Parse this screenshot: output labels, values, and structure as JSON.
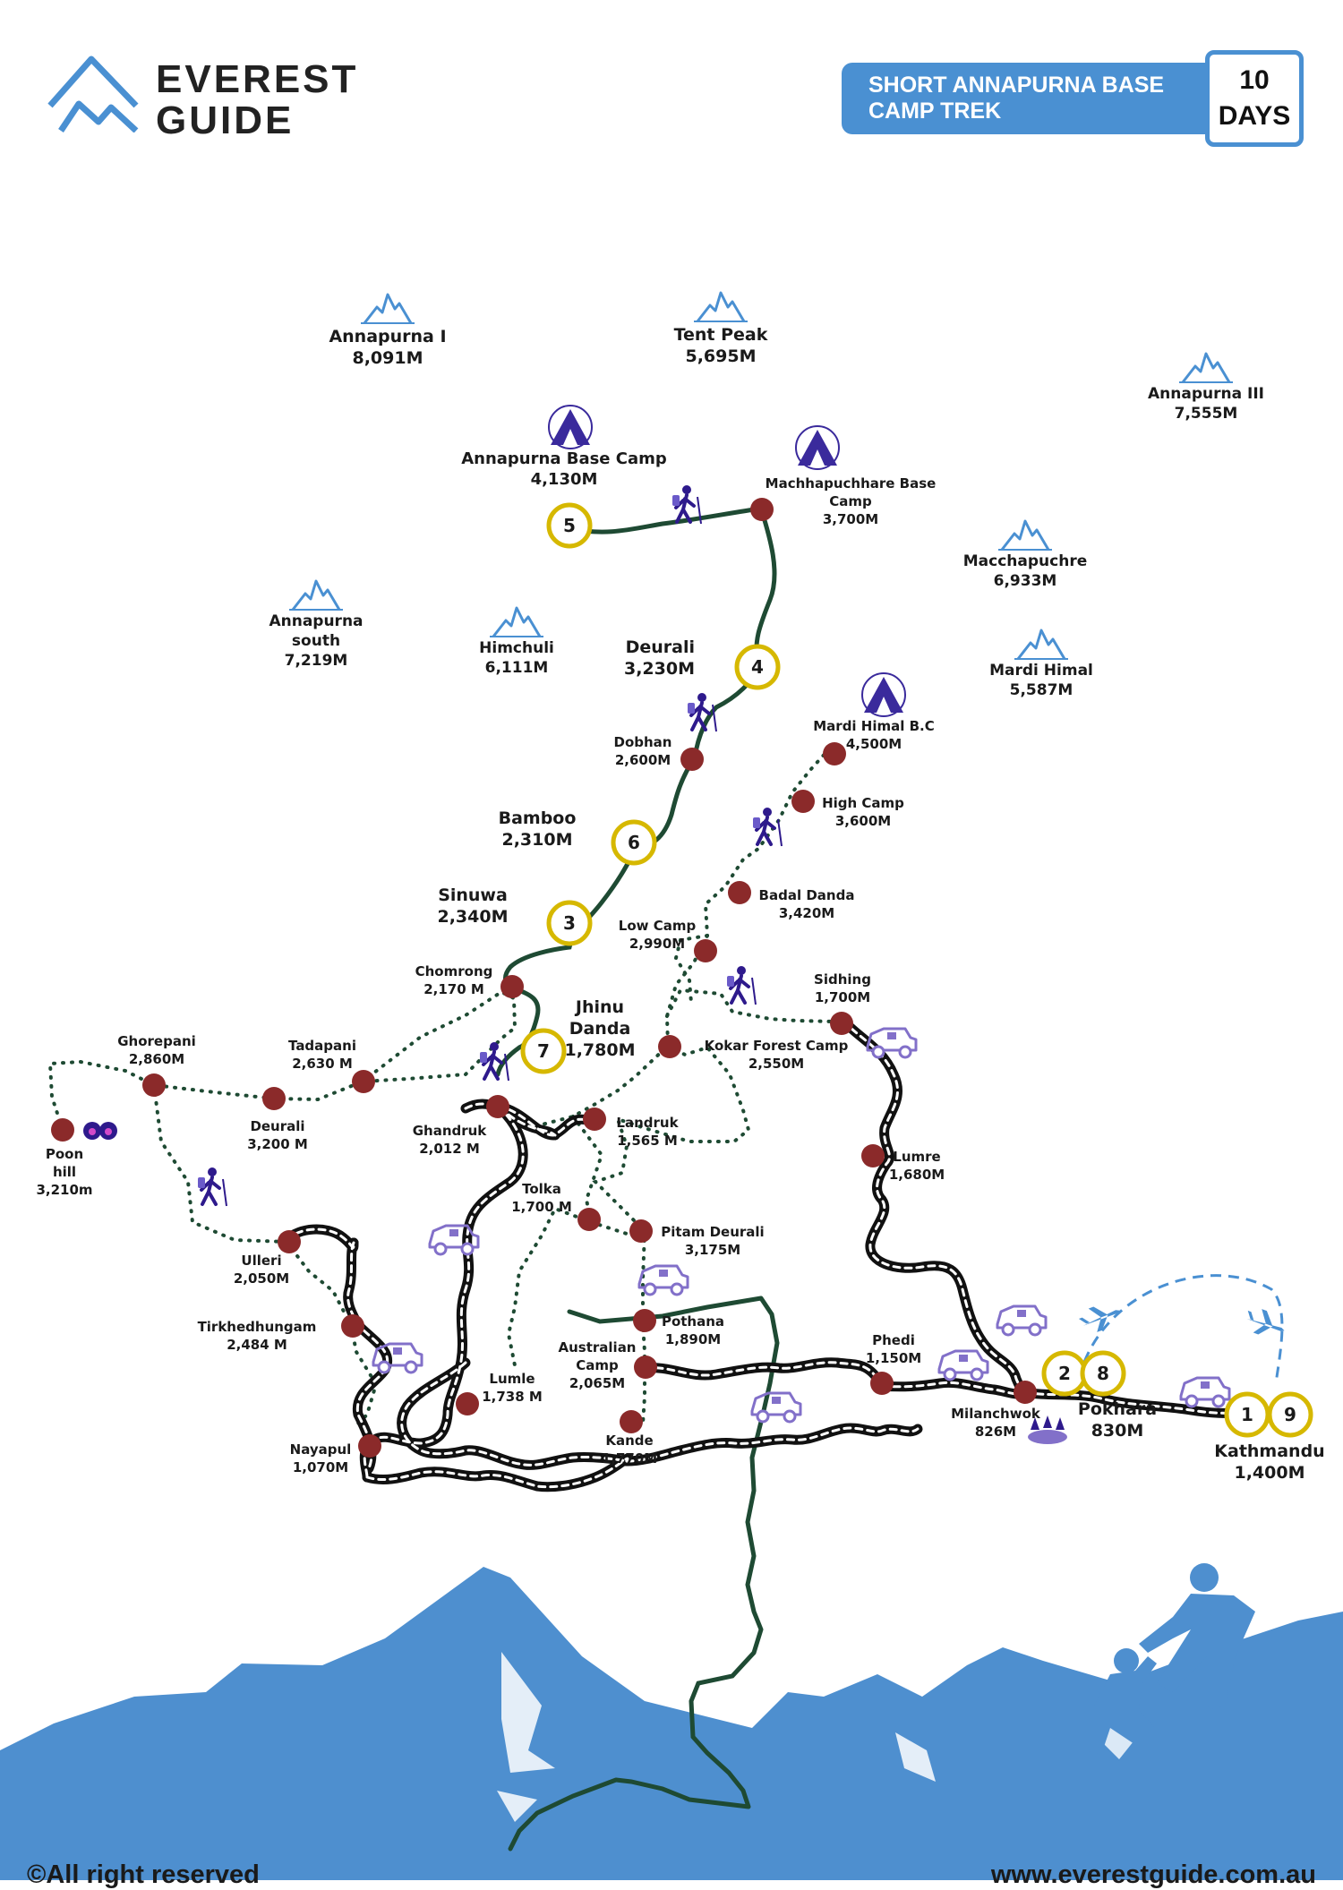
{
  "brand": {
    "line1": "EVEREST",
    "line2": "GUIDE"
  },
  "header": {
    "title": "SHORT ANNAPURNA BASE CAMP TREK",
    "days_number": "10",
    "days_label": "DAYS"
  },
  "footer": {
    "copyright": "©All right reserved",
    "website": "www.everestguide.com.au"
  },
  "colors": {
    "brand_blue": "#4a90d2",
    "mountain_blue": "#4e8fcf",
    "trek_route": "#1e4a33",
    "stop_marker": "#8b2a2a",
    "day_ring": "#d6b800",
    "icon_purple": "#2e1a8c",
    "jeep_purple": "#8270c9"
  },
  "peaks": [
    {
      "name": "Annapurna I",
      "elevation": "8,091M"
    },
    {
      "name": "Tent Peak",
      "elevation": "5,695M"
    },
    {
      "name": "Annapurna III",
      "elevation": "7,555M"
    },
    {
      "name": "Macchapuchre",
      "elevation": "6,933M"
    },
    {
      "name": "Mardi Himal",
      "elevation": "5,587M"
    },
    {
      "name": "Annapurna south",
      "elevation": "7,219M"
    },
    {
      "name": "Himchuli",
      "elevation": "6,111M"
    }
  ],
  "day_stops": [
    {
      "day": "5",
      "name": "Annapurna Base Camp",
      "elevation": "4,130M"
    },
    {
      "day": "4",
      "name": "Deurali",
      "elevation": "3,230M"
    },
    {
      "day": "6",
      "name": "Bamboo",
      "elevation": "2,310M"
    },
    {
      "day": "3",
      "name": "Sinuwa",
      "elevation": "2,340M"
    },
    {
      "day": "7",
      "name": "Jhinu Danda",
      "elevation": "1,780M"
    },
    {
      "day": "2",
      "name": "Pokhara",
      "elevation": "830M"
    },
    {
      "day": "8",
      "name": "",
      "elevation": ""
    },
    {
      "day": "1",
      "name": "Kathmandu",
      "elevation": "1,400M"
    },
    {
      "day": "9",
      "name": "",
      "elevation": ""
    }
  ],
  "waypoints": [
    {
      "name": "Machhapuchhare Base Camp",
      "elevation": "3,700M"
    },
    {
      "name": "Dobhan",
      "elevation": "2,600M"
    },
    {
      "name": "Chomrong",
      "elevation": "2,170 M"
    },
    {
      "name": "Mardi Himal B.C",
      "elevation": "4,500M"
    },
    {
      "name": "High Camp",
      "elevation": "3,600M"
    },
    {
      "name": "Badal Danda",
      "elevation": "3,420M"
    },
    {
      "name": "Low Camp",
      "elevation": "2,990M"
    },
    {
      "name": "Sidhing",
      "elevation": "1,700M"
    },
    {
      "name": "Kokar Forest Camp",
      "elevation": "2,550M"
    },
    {
      "name": "Ghorepani",
      "elevation": "2,860M"
    },
    {
      "name": "Tadapani",
      "elevation": "2,630 M"
    },
    {
      "name": "Deurali",
      "elevation": "3,200 M"
    },
    {
      "name": "Poon hill",
      "elevation": "3,210m"
    },
    {
      "name": "Ghandruk",
      "elevation": "2,012 M"
    },
    {
      "name": "Landruk",
      "elevation": "1,565 M"
    },
    {
      "name": "Tolka",
      "elevation": "1,700 M"
    },
    {
      "name": "Pitam Deurali",
      "elevation": "3,175M"
    },
    {
      "name": "Lumre",
      "elevation": "1,680M"
    },
    {
      "name": "Ulleri",
      "elevation": "2,050M"
    },
    {
      "name": "Tirkhedhungam",
      "elevation": "2,484 M"
    },
    {
      "name": "Pothana",
      "elevation": "1,890M"
    },
    {
      "name": "Australian Camp",
      "elevation": "2,065M"
    },
    {
      "name": "Phedi",
      "elevation": "1,150M"
    },
    {
      "name": "Milanchwok",
      "elevation": "826M"
    },
    {
      "name": "Lumle",
      "elevation": "1,738 M"
    },
    {
      "name": "Kande",
      "elevation": "1,770M"
    },
    {
      "name": "Nayapul",
      "elevation": "1,070M"
    }
  ]
}
